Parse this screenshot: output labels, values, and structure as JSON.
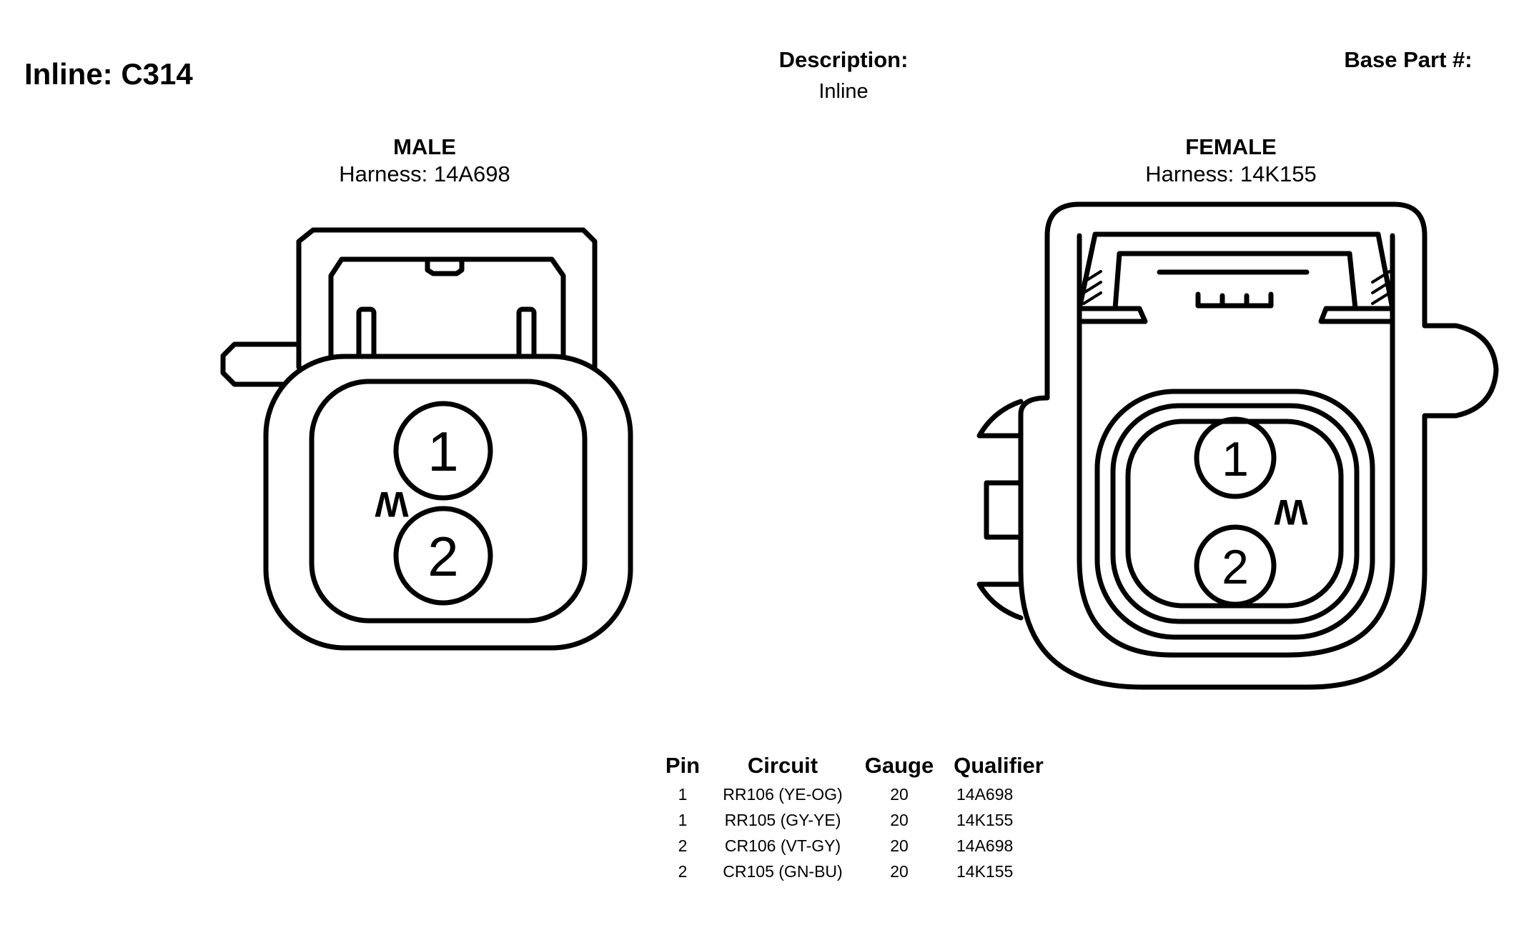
{
  "header": {
    "title": "Inline: C314",
    "description_label": "Description:",
    "description_value": "Inline",
    "base_part_label": "Base Part #:"
  },
  "connectors": {
    "male": {
      "gender": "MALE",
      "harness": "Harness: 14A698",
      "pins": [
        "1",
        "2"
      ],
      "marker": "W"
    },
    "female": {
      "gender": "FEMALE",
      "harness": "Harness: 14K155",
      "pins": [
        "1",
        "2"
      ],
      "marker": "W"
    }
  },
  "pin_table": {
    "headers": [
      "Pin",
      "Circuit",
      "Gauge",
      "Qualifier"
    ],
    "rows": [
      [
        "1",
        "RR106 (YE-OG)",
        "20",
        "14A698"
      ],
      [
        "1",
        "RR105 (GY-YE)",
        "20",
        "14K155"
      ],
      [
        "2",
        "CR106 (VT-GY)",
        "20",
        "14A698"
      ],
      [
        "2",
        "CR105 (GN-BU)",
        "20",
        "14K155"
      ]
    ]
  },
  "colors": {
    "line": "#000000",
    "background": "#ffffff"
  }
}
